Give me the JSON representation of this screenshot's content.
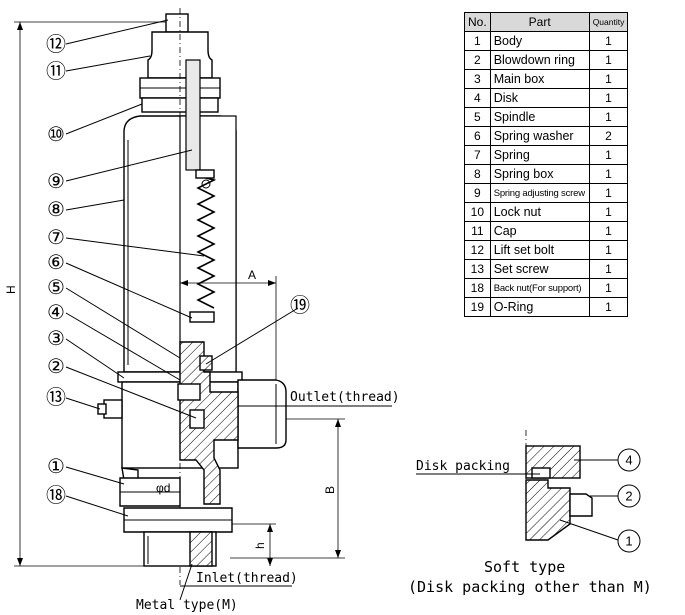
{
  "table": {
    "headers": {
      "no": "No.",
      "part": "Part",
      "quantity": "Quantity"
    },
    "rows": [
      {
        "no": "1",
        "part": "Body",
        "qty": "1"
      },
      {
        "no": "2",
        "part": "Blowdown ring",
        "qty": "1"
      },
      {
        "no": "3",
        "part": "Main box",
        "qty": "1"
      },
      {
        "no": "4",
        "part": "Disk",
        "qty": "1"
      },
      {
        "no": "5",
        "part": "Spindle",
        "qty": "1"
      },
      {
        "no": "6",
        "part": "Spring washer",
        "qty": "2"
      },
      {
        "no": "7",
        "part": "Spring",
        "qty": "1"
      },
      {
        "no": "8",
        "part": "Spring box",
        "qty": "1"
      },
      {
        "no": "9",
        "part": "Spring adjusting screw",
        "qty": "1"
      },
      {
        "no": "10",
        "part": "Lock nut",
        "qty": "1"
      },
      {
        "no": "11",
        "part": "Cap",
        "qty": "1"
      },
      {
        "no": "12",
        "part": "Lift set bolt",
        "qty": "1"
      },
      {
        "no": "13",
        "part": "Set screw",
        "qty": "1"
      },
      {
        "no": "18",
        "part": "Back nut(For support)",
        "qty": "1"
      },
      {
        "no": "19",
        "part": "O-Ring",
        "qty": "1"
      }
    ]
  },
  "main_drawing": {
    "callouts": {
      "c12": "⑫",
      "c11": "⑪",
      "c10": "⑩",
      "c9": "⑨",
      "c8": "⑧",
      "c7": "⑦",
      "c6": "⑥",
      "c5": "⑤",
      "c4": "④",
      "c3": "③",
      "c2": "②",
      "c13": "⑬",
      "c1": "①",
      "c18": "⑱",
      "c19": "⑲"
    },
    "labels": {
      "outlet": "Outlet(thread)",
      "inlet": "Inlet(thread)",
      "metal_type": "Metal type(M)",
      "dim_h_total": "H",
      "dim_a": "A",
      "dim_b": "B",
      "dim_h_small": "h",
      "dim_d": "φd"
    }
  },
  "detail_drawing": {
    "disk_packing": "Disk packing",
    "callouts": {
      "c4": "4",
      "c2": "2",
      "c1": "1"
    },
    "caption_line1": "Soft type",
    "caption_line2": "(Disk packing other than M)"
  }
}
